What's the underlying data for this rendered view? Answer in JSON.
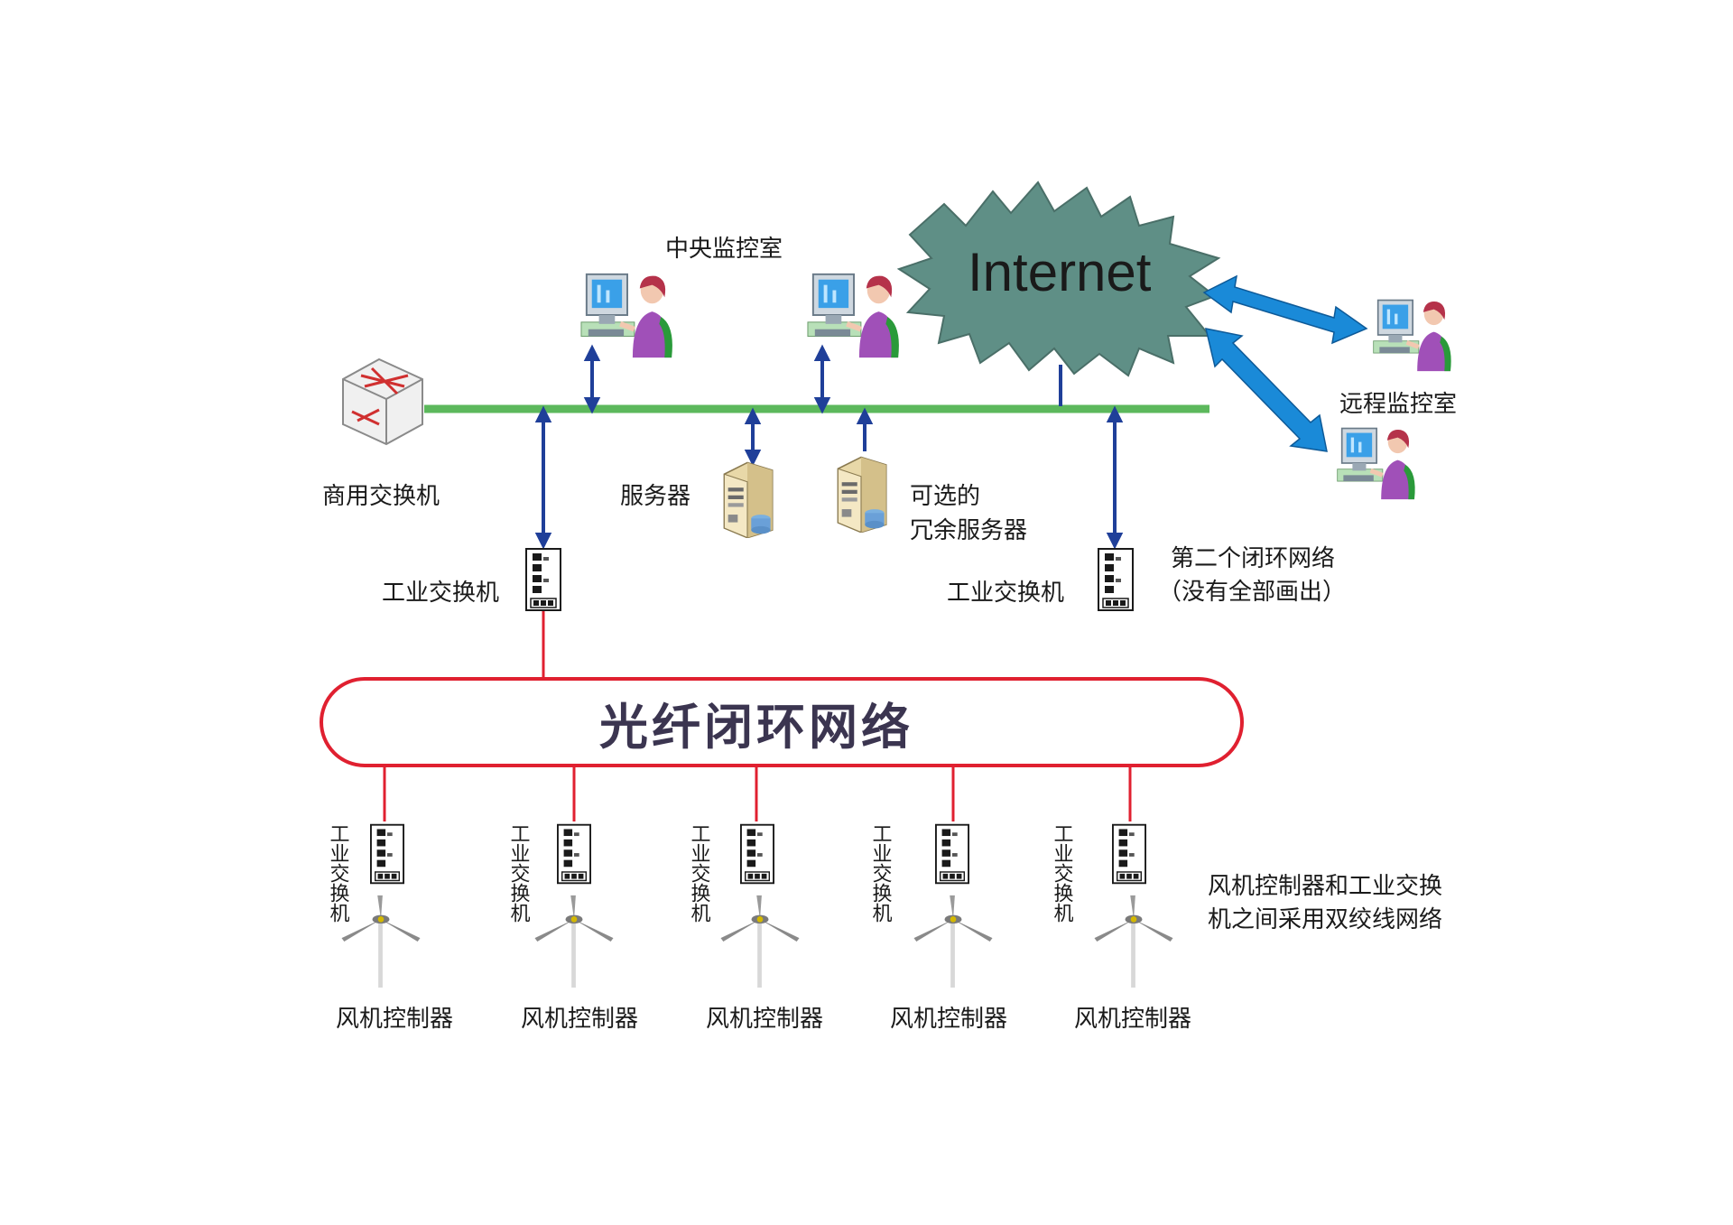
{
  "internet_label": "Internet",
  "central_monitoring_label": "中央监控室",
  "remote_monitoring_label": "远程监控室",
  "commercial_switch_label": "商用交换机",
  "server_label": "服务器",
  "redundant_server_label_line1": "可选的",
  "redundant_server_label_line2": "冗余服务器",
  "industrial_switch_left_label": "工业交换机",
  "industrial_switch_right_label": "工业交换机",
  "second_ring_line1": "第二个闭环网络",
  "second_ring_line2": "（没有全部画出）",
  "fiber_ring_label": "光纤闭环网络",
  "turbine_switch_vertical_label": "工业交换机",
  "turbine_units": [
    {
      "controller_label": "风机控制器"
    },
    {
      "controller_label": "风机控制器"
    },
    {
      "controller_label": "风机控制器"
    },
    {
      "controller_label": "风机控制器"
    },
    {
      "controller_label": "风机控制器"
    }
  ],
  "twisted_pair_note_line1": "风机控制器和工业交换",
  "twisted_pair_note_line2": "机之间采用双绞线网络",
  "colors": {
    "bus_green": "#5cb85c",
    "link_blue": "#1f3f99",
    "fiber_red": "#e02030",
    "internet_fill": "#5f8f86",
    "remote_arrow": "#1a8ad8"
  }
}
